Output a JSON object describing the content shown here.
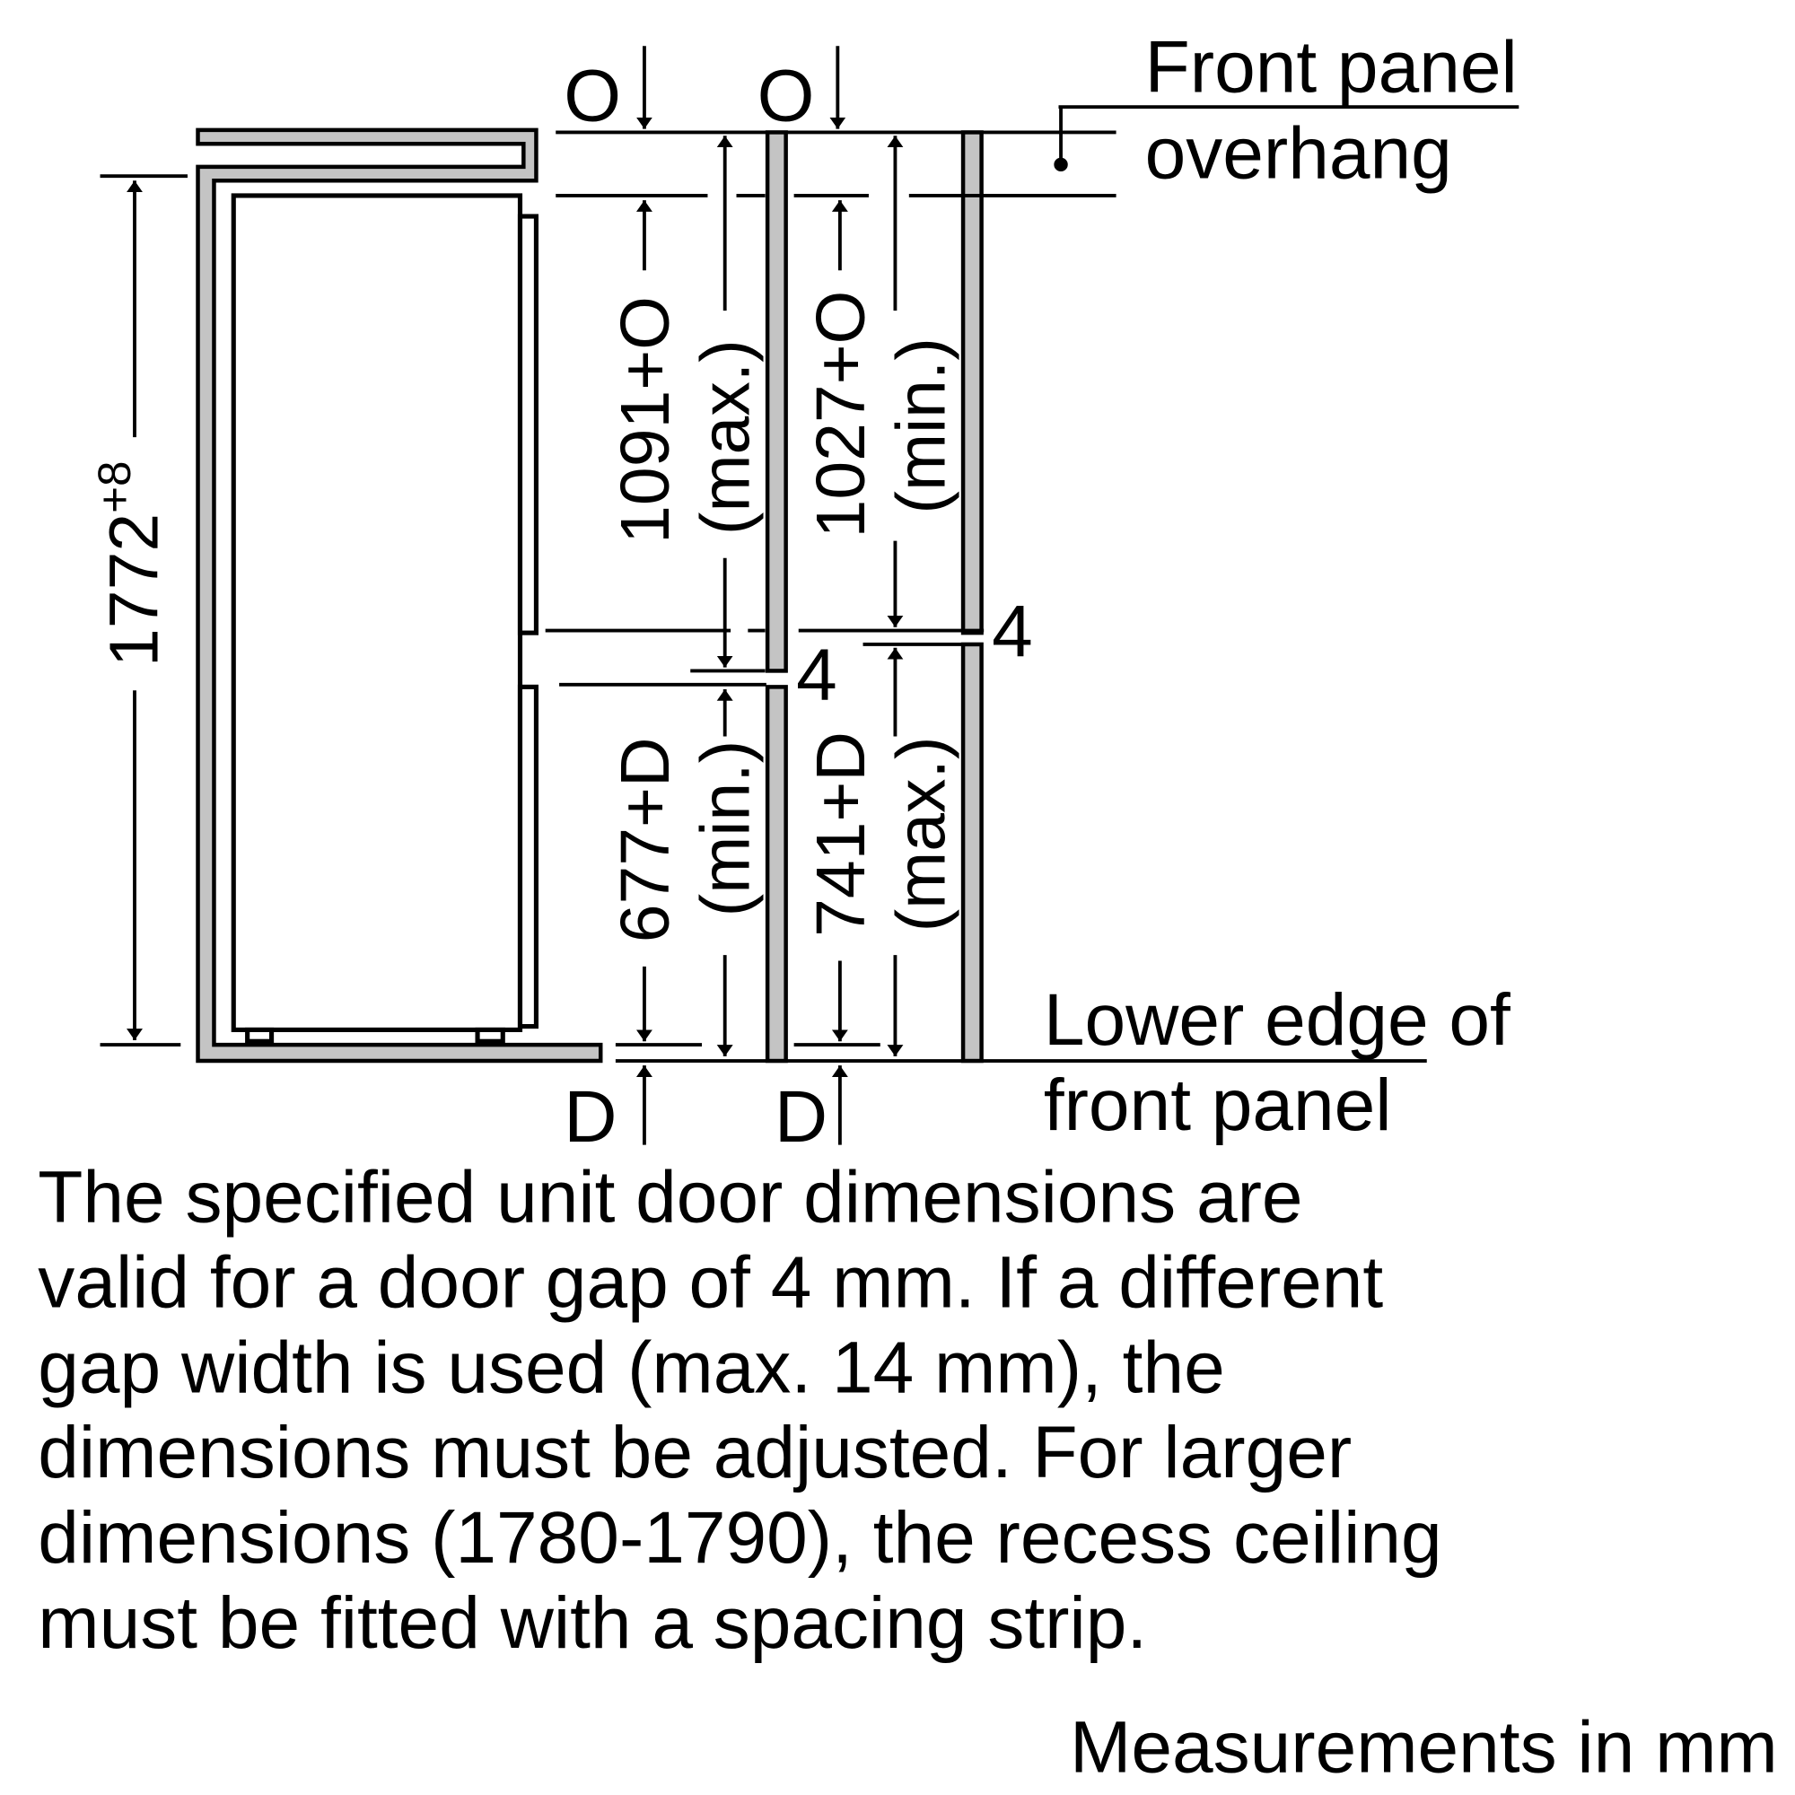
{
  "labels": {
    "overhang_symbol_left": "O",
    "overhang_symbol_right": "O",
    "lower_symbol_left": "D",
    "lower_symbol_right": "D",
    "front_panel_overhang_line1": "Front panel",
    "front_panel_overhang_line2": "overhang",
    "lower_edge_line1": "Lower edge of",
    "lower_edge_line2": "front panel",
    "gap_upper": "4",
    "gap_lower": "4"
  },
  "dimensions": {
    "niche_height": "1772",
    "niche_height_tolerance": "+8",
    "left_upper": "1091+O",
    "left_upper_qualifier": "(max.)",
    "left_lower": "677+D",
    "left_lower_qualifier": "(min.)",
    "right_upper": "1027+O",
    "right_upper_qualifier": "(min.)",
    "right_lower": "741+D",
    "right_lower_qualifier": "(max.)"
  },
  "note": {
    "lines": [
      "The specified unit door dimensions are",
      "valid for a door gap of 4 mm. If a different",
      "gap width is used (max. 14 mm), the",
      "dimensions must be adjusted. For larger",
      "dimensions (1780-1790), the recess ceiling",
      "must be fitted with a spacing strip."
    ],
    "units": "Measurements in mm"
  }
}
